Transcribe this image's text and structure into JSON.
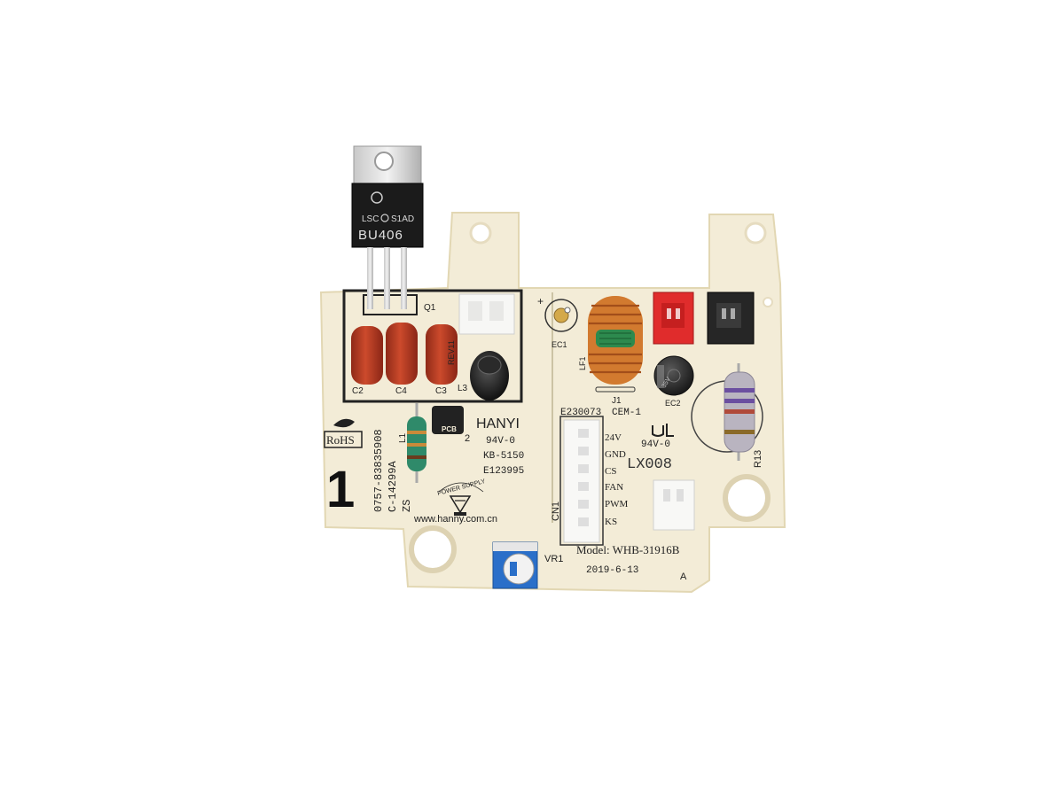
{
  "transistor": {
    "marking_top": "LSC",
    "marking_code": "S1AD",
    "part": "BU406"
  },
  "board": {
    "brand": "HANYI",
    "rating_left": "94V-0",
    "rating_right": "94V-0",
    "code_left": "KB-5150",
    "ul_left": "E123995",
    "ul_right": "E230073",
    "laminate": "CEM-1",
    "phone": "0757-83835908",
    "cert": "C-14299A",
    "zs": "ZS",
    "website": "www.hanny.com.cn",
    "power_supply": "POWER SUPPLY",
    "rohs": "RoHS",
    "pcb_mark": "PCB",
    "big_number": "1",
    "lx": "LX008",
    "model": "Model: WHB-31916B",
    "date": "2019-6-13",
    "rev": "A",
    "num_2": "2",
    "plus_mark": "+"
  },
  "labels": {
    "q1": "Q1",
    "c2": "C2",
    "c4": "C4",
    "c3": "C3",
    "l3": "L3",
    "l1": "L1",
    "rev1": "REV11",
    "ec1": "EC1",
    "lf1": "LF1",
    "j1": "J1",
    "ec2": "EC2",
    "r13": "R13",
    "vr1": "VR1",
    "cn1": "CN1",
    "cap_value": "35V"
  },
  "connector_pins": [
    "24V",
    "GND",
    "CS",
    "FAN",
    "PWM",
    "KS"
  ],
  "colors": {
    "pcb": "#f3ecd7",
    "pcb_edge": "#e2d7b3",
    "silkscreen": "#222222",
    "film_cap": "#b93a22",
    "red_header": "#e02c2c",
    "black_header": "#262626",
    "toroid_wire": "#d27a2f",
    "inductor_green": "#2f8a6a",
    "trimmer_blue": "#2a6fc9"
  }
}
